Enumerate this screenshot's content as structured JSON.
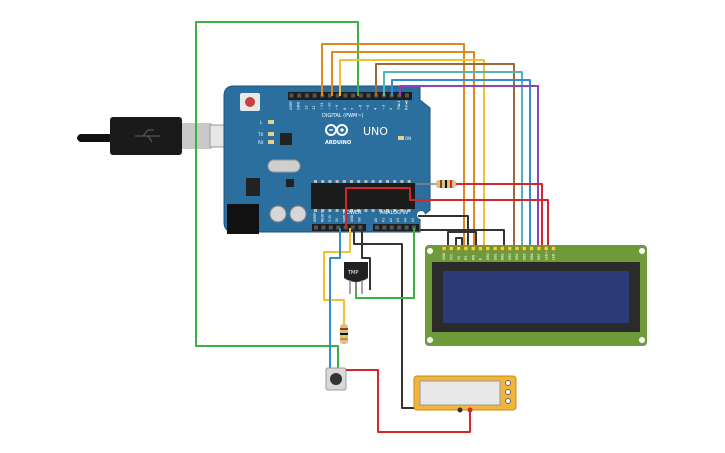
{
  "board": {
    "brand": "ARDUINO",
    "model": "UNO",
    "digital_label": "DIGITAL (PWM~)",
    "power_label": "POWER",
    "analog_label": "ANALOG IN",
    "led_l": "L",
    "led_tx": "TX",
    "led_rx": "RX",
    "led_on": "ON",
    "digital_pins": [
      "AREF",
      "GND",
      "13",
      "12",
      "~11",
      "~10",
      "~9",
      "8",
      "7",
      "~6",
      "~5",
      "4",
      "~3",
      "2",
      "TX►1",
      "RX◄0"
    ],
    "power_pins": [
      "IOREF",
      "RESET",
      "3.3V",
      "5V",
      "GND",
      "GND",
      "Vin"
    ],
    "analog_pins": [
      "A0",
      "A1",
      "A2",
      "A3",
      "A4",
      "A5"
    ]
  },
  "lcd": {
    "pin_labels": [
      "GND",
      "VCC",
      "V0",
      "RS",
      "RW",
      "E",
      "DB0",
      "DB1",
      "DB2",
      "DB3",
      "DB4",
      "DB5",
      "DB6",
      "DB7",
      "LED+",
      "LED-"
    ]
  },
  "sensor": {
    "label": "TMP"
  },
  "colors": {
    "board": "#2b6f9e",
    "wire_green": "#3cb043",
    "wire_orange": "#e08a1e",
    "wire_yellow": "#f2c12e",
    "wire_brown": "#9b6a3a",
    "wire_teal": "#56b4b9",
    "wire_blue": "#2f8fd0",
    "wire_purple": "#8a46b8",
    "wire_red": "#d4262b",
    "wire_black": "#333333",
    "lcd_pcb": "#6e9a3a",
    "lcd_screen": "#2c3a7a",
    "multimeter_body": "#f3b43c"
  }
}
